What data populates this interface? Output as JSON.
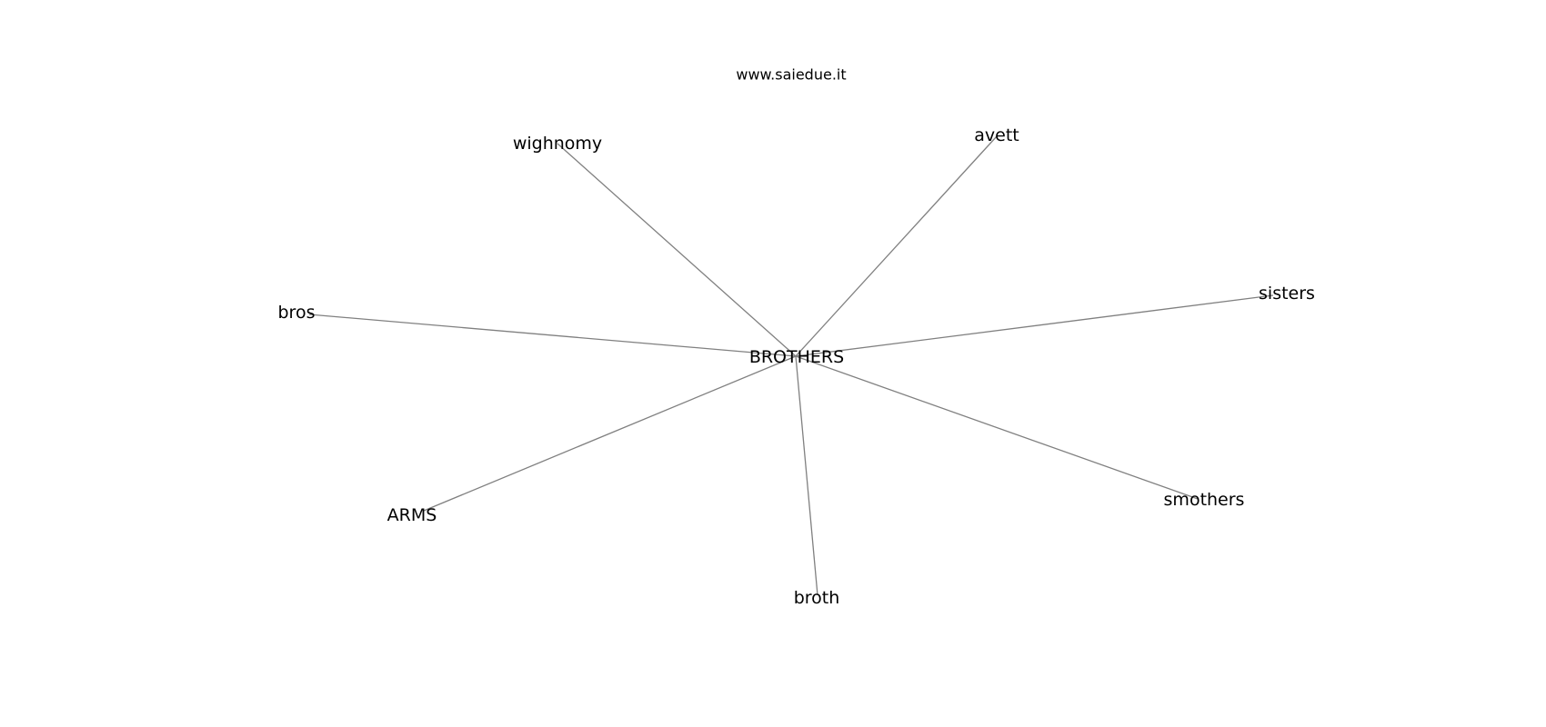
{
  "header": {
    "site": "www.saiedue.it"
  },
  "graph": {
    "center": {
      "id": "brothers",
      "label": "BROTHERS"
    },
    "nodes": [
      {
        "id": "wighnomy",
        "label": "wighnomy"
      },
      {
        "id": "avett",
        "label": "avett"
      },
      {
        "id": "sisters",
        "label": "sisters"
      },
      {
        "id": "bros",
        "label": "bros"
      },
      {
        "id": "smothers",
        "label": "smothers"
      },
      {
        "id": "arms",
        "label": "ARMS"
      },
      {
        "id": "broth",
        "label": "broth"
      }
    ],
    "edges": [
      {
        "from": "brothers",
        "to": "wighnomy"
      },
      {
        "from": "brothers",
        "to": "avett"
      },
      {
        "from": "brothers",
        "to": "sisters"
      },
      {
        "from": "brothers",
        "to": "bros"
      },
      {
        "from": "brothers",
        "to": "smothers"
      },
      {
        "from": "brothers",
        "to": "arms"
      },
      {
        "from": "brothers",
        "to": "broth"
      }
    ],
    "colors": {
      "edge": "#808080",
      "text": "#000000",
      "background": "#ffffff"
    }
  }
}
